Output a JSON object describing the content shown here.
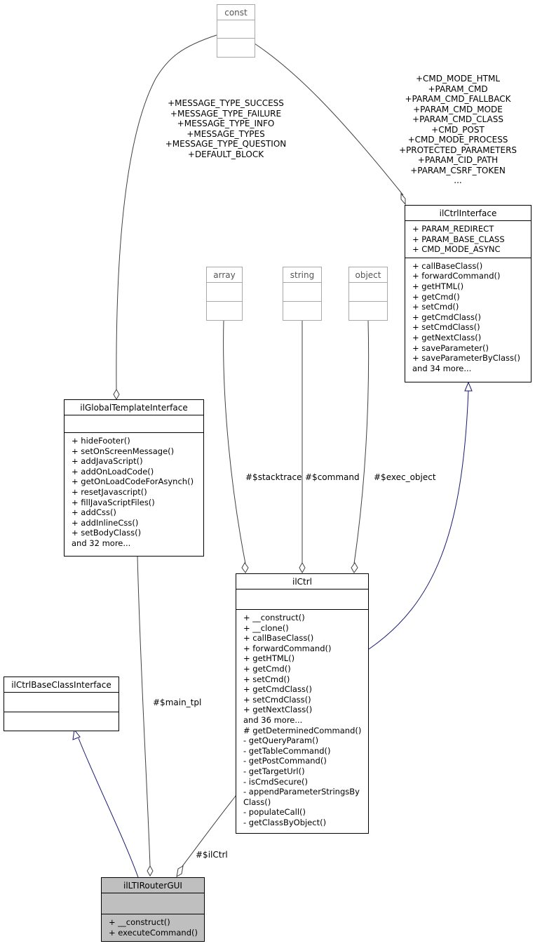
{
  "classes": {
    "const": {
      "name": "const"
    },
    "array": {
      "name": "array"
    },
    "string": {
      "name": "string"
    },
    "object": {
      "name": "object"
    },
    "ilCtrlInterface": {
      "name": "ilCtrlInterface",
      "attributes": [
        "+ PARAM_REDIRECT",
        "+ PARAM_BASE_CLASS",
        "+ CMD_MODE_ASYNC"
      ],
      "methods": [
        "+ callBaseClass()",
        "+ forwardCommand()",
        "+ getHTML()",
        "+ getCmd()",
        "+ setCmd()",
        "+ getCmdClass()",
        "+ setCmdClass()",
        "+ getNextClass()",
        "+ saveParameter()",
        "+ saveParameterByClass()",
        "and 34 more..."
      ]
    },
    "ilGlobalTemplateInterface": {
      "name": "ilGlobalTemplateInterface",
      "methods": [
        "+ hideFooter()",
        "+ setOnScreenMessage()",
        "+ addJavaScript()",
        "+ addOnLoadCode()",
        "+ getOnLoadCodeForAsynch()",
        "+ resetJavascript()",
        "+ fillJavaScriptFiles()",
        "+ addCss()",
        "+ addInlineCss()",
        "+ setBodyClass()",
        "and 32 more..."
      ]
    },
    "ilCtrl": {
      "name": "ilCtrl",
      "methods": [
        "+ __construct()",
        "+ __clone()",
        "+ callBaseClass()",
        "+ forwardCommand()",
        "+ getHTML()",
        "+ getCmd()",
        "+ setCmd()",
        "+ getCmdClass()",
        "+ setCmdClass()",
        "+ getNextClass()",
        "and 36 more...",
        "# getDeterminedCommand()",
        "- getQueryParam()",
        "- getTableCommand()",
        "- getPostCommand()",
        "- getTargetUrl()",
        "- isCmdSecure()",
        "- appendParameterStringsBy",
        "Class()",
        "- populateCall()",
        "- getClassByObject()"
      ]
    },
    "ilCtrlBaseClassInterface": {
      "name": "ilCtrlBaseClassInterface"
    },
    "ilLTIRouterGUI": {
      "name": "ilLTIRouterGUI",
      "methods": [
        "+ __construct()",
        "+ executeCommand()"
      ]
    }
  },
  "labels": {
    "template_constants": [
      "+MESSAGE_TYPE_SUCCESS",
      "+MESSAGE_TYPE_FAILURE",
      "+MESSAGE_TYPE_INFO",
      "+MESSAGE_TYPES",
      "+MESSAGE_TYPE_QUESTION",
      "+DEFAULT_BLOCK"
    ],
    "ctrl_constants": [
      "+CMD_MODE_HTML",
      "+PARAM_CMD",
      "+PARAM_CMD_FALLBACK",
      "+PARAM_CMD_MODE",
      "+PARAM_CMD_CLASS",
      "+CMD_POST",
      "+CMD_MODE_PROCESS",
      "+PROTECTED_PARAMETERS",
      "+PARAM_CID_PATH",
      "+PARAM_CSRF_TOKEN",
      "..."
    ],
    "stacktrace": "#$stacktrace",
    "command": "#$command",
    "exec_object": "#$exec_object",
    "main_tpl": "#$main_tpl",
    "ilCtrl_member": "#$ilCtrl"
  },
  "colors": {
    "inheritance": "#191970",
    "association": "#404040",
    "highlight": "#bfbfbf",
    "external_border": "#a8a8a8"
  }
}
